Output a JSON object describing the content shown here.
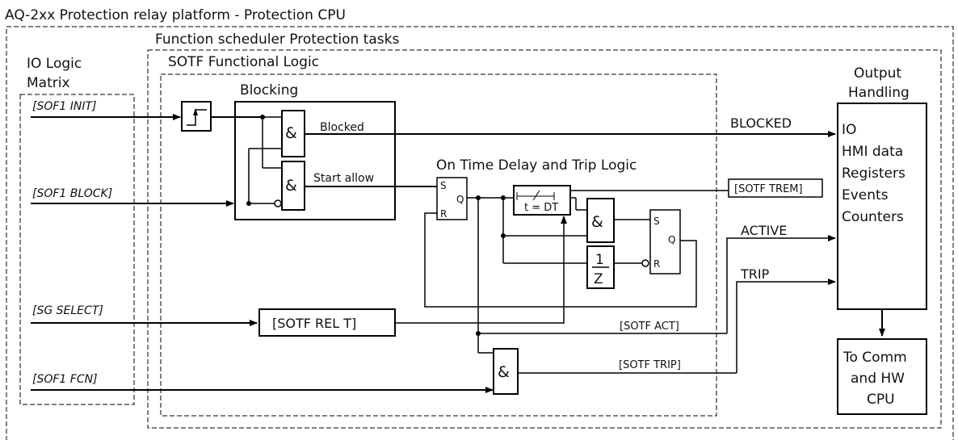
{
  "platform_title": "AQ-2xx Protection relay platform - Protection CPU",
  "scheduler_title": "Function scheduler Protection tasks",
  "io_matrix": {
    "line1": "IO Logic",
    "line2": "Matrix"
  },
  "sotf_title": "SOTF Functional Logic",
  "inputs": {
    "init": "[SOF1 INIT]",
    "block": "[SOF1 BLOCK]",
    "sg_select": "[SG SELECT]",
    "fcn": "[SOF1 FCN]"
  },
  "blocking": {
    "title": "Blocking",
    "blocked": "Blocked",
    "start_allow": "Start allow",
    "and_symbol": "&"
  },
  "timing": {
    "title": "On Time Delay and Trip Logic",
    "timer_text": "t = DT",
    "sr_s": "S",
    "sr_r": "R",
    "sr_q": "Q",
    "and_symbol": "&",
    "one_over_z": {
      "num": "1",
      "den": "Z"
    }
  },
  "rel_t_box": "[SOTF REL T]",
  "signals": {
    "trem": "[SOTF TREM]",
    "act": "[SOTF ACT]",
    "trip": "[SOTF TRIP]"
  },
  "outputs": {
    "blocked": "BLOCKED",
    "active": "ACTIVE",
    "trip": "TRIP"
  },
  "output_handling": {
    "title_line1": "Output",
    "title_line2": "Handling",
    "items": [
      "IO",
      "HMI data",
      "Registers",
      "Events",
      "Counters"
    ]
  },
  "comm_box": {
    "line1": "To Comm",
    "line2": "and HW",
    "line3": "CPU"
  },
  "colors": {
    "input_label": "#e8141b",
    "output_label": "#1a1ae6",
    "line": "#000000"
  }
}
